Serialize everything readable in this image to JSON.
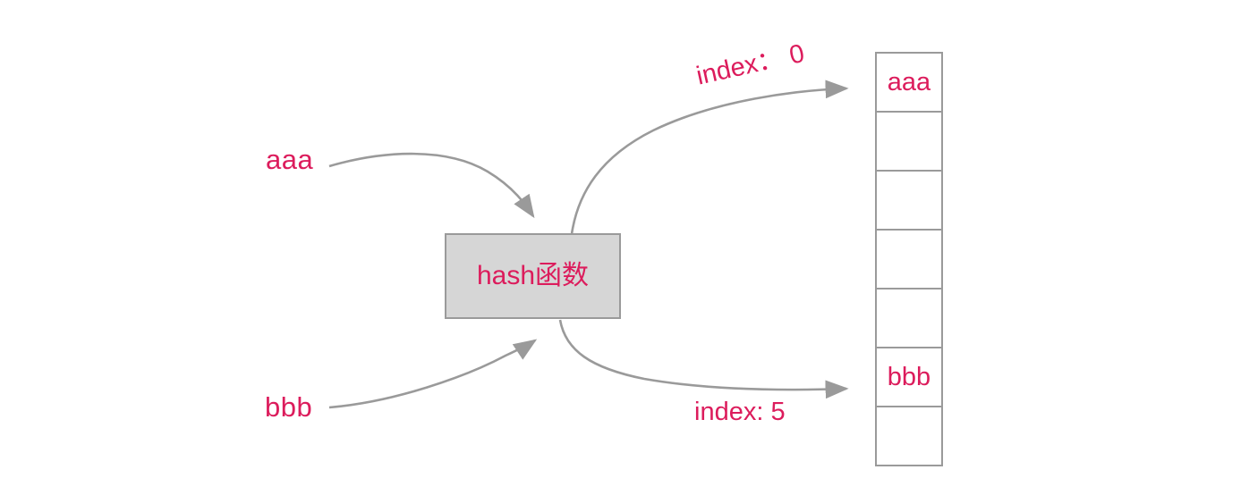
{
  "diagram": {
    "title": "hash function mapping keys to bucket array",
    "colors": {
      "key_text": "#DC1C5C",
      "line": "#9a9a9a",
      "box_fill": "#d6d6d6",
      "background": "#ffffff"
    }
  },
  "inputs": [
    {
      "id": "aaa",
      "label": "aaa"
    },
    {
      "id": "bbb",
      "label": "bbb"
    }
  ],
  "hash_box": {
    "label": "hash函数"
  },
  "edges": [
    {
      "id": "edge-top",
      "label": "index： 0"
    },
    {
      "id": "edge-bottom",
      "label": "index: 5"
    }
  ],
  "bucket_array": {
    "cells": [
      {
        "index": 0,
        "value": "aaa"
      },
      {
        "index": 1,
        "value": ""
      },
      {
        "index": 2,
        "value": ""
      },
      {
        "index": 3,
        "value": ""
      },
      {
        "index": 4,
        "value": ""
      },
      {
        "index": 5,
        "value": "bbb"
      },
      {
        "index": 6,
        "value": ""
      }
    ]
  }
}
